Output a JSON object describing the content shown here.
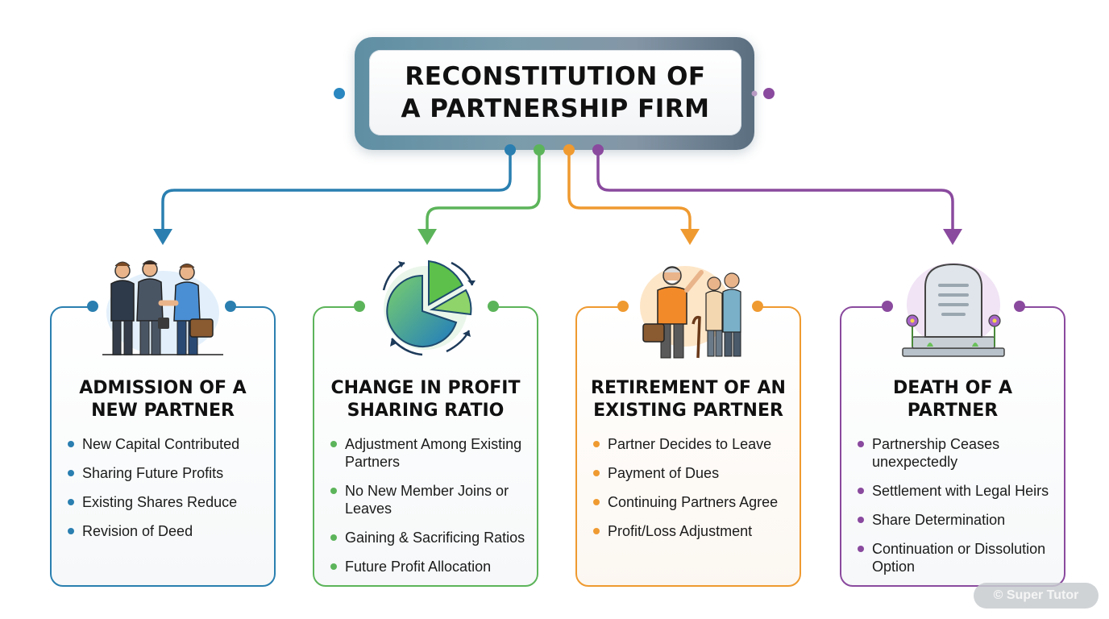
{
  "title": {
    "line1": "RECONSTITUTION OF",
    "line2": "A PARTNERSHIP FIRM"
  },
  "colors": {
    "blue": "#2a7fb0",
    "green": "#5cb45a",
    "orange": "#ef9a30",
    "purple": "#8a4a9e"
  },
  "cards": [
    {
      "title_line1": "ADMISSION OF A",
      "title_line2": "NEW PARTNER",
      "icon": "handshake-partners-icon",
      "bullets": [
        "New Capital Contributed",
        "Sharing Future Profits",
        "Existing Shares Reduce",
        "Revision of Deed"
      ]
    },
    {
      "title_line1": "CHANGE IN PROFIT",
      "title_line2": "SHARING RATIO",
      "icon": "pie-chart-cycle-icon",
      "bullets": [
        "Adjustment Among Existing Partners",
        "No New Member Joins or Leaves",
        "Gaining & Sacrificing Ratios",
        "Future Profit Allocation"
      ]
    },
    {
      "title_line1": "RETIREMENT OF AN",
      "title_line2": "EXISTING PARTNER",
      "icon": "retiring-partner-icon",
      "bullets": [
        "Partner Decides to Leave",
        "Payment of Dues",
        "Continuing Partners Agree",
        "Profit/Loss Adjustment"
      ]
    },
    {
      "title_line1": "DEATH OF A",
      "title_line2": "PARTNER",
      "icon": "tombstone-icon",
      "bullets": [
        "Partnership Ceases unexpectedly",
        "Settlement with Legal Heirs",
        "Share Determination",
        "Continuation or Dissolution Option"
      ]
    }
  ],
  "watermark": "© Super Tutor"
}
